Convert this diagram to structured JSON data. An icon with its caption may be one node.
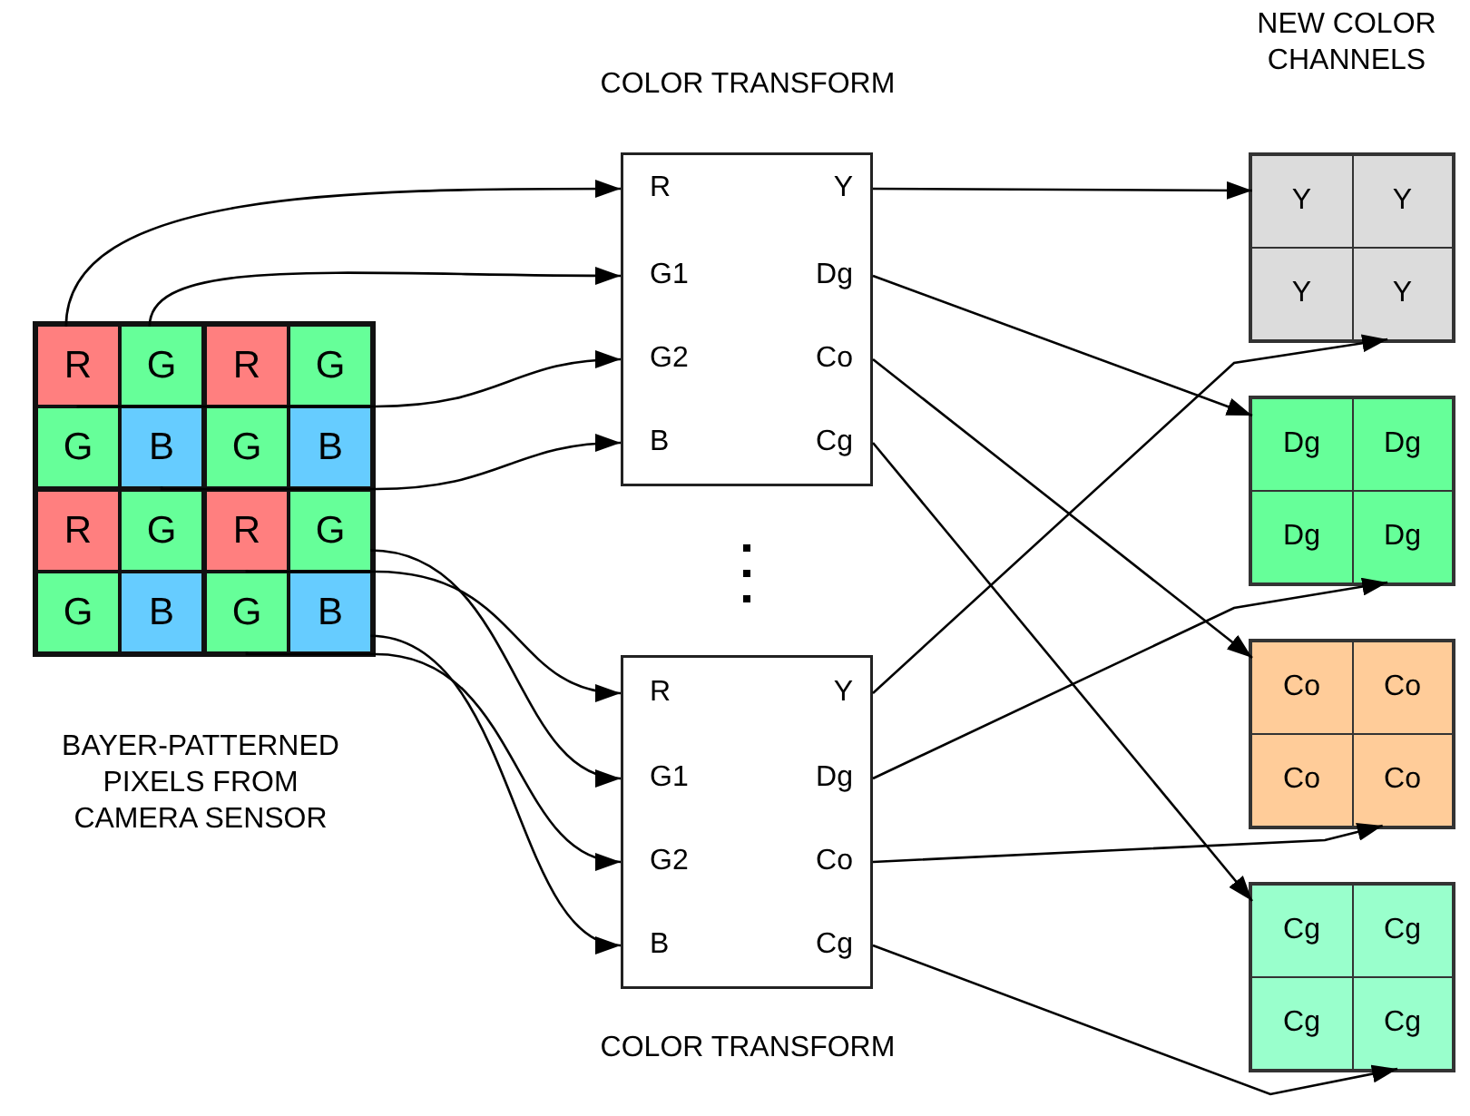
{
  "diagram": {
    "nodes": [
      {
        "text": [],
        "shape": "box",
        "beside": [
          "BAYER-PATTERNED PIXELS FROM CAMERA SENSOR"
        ]
      },
      {
        "text": [
          "R"
        ],
        "in": 0
      },
      {
        "text": [
          "G"
        ],
        "in": 0
      },
      {
        "text": [
          "R"
        ],
        "in": 0
      },
      {
        "text": [
          "G"
        ],
        "in": 0
      },
      {
        "text": [
          "G"
        ],
        "in": 0
      },
      {
        "text": [
          "B"
        ],
        "in": 0
      },
      {
        "text": [
          "G"
        ],
        "in": 0
      },
      {
        "text": [
          "B"
        ],
        "in": 0
      },
      {
        "text": [
          "R"
        ],
        "in": 0
      },
      {
        "text": [
          "G"
        ],
        "in": 0
      },
      {
        "text": [
          "R"
        ],
        "in": 0
      },
      {
        "text": [
          "G"
        ],
        "in": 0
      },
      {
        "text": [
          "G"
        ],
        "in": 0
      },
      {
        "text": [
          "B"
        ],
        "in": 0
      },
      {
        "text": [
          "G"
        ],
        "in": 0
      },
      {
        "text": [
          "B"
        ],
        "in": 0
      },
      {
        "text": [
          "COLOR TRANSFORM"
        ]
      },
      {
        "text": [
          "R"
        ],
        "in": 17
      },
      {
        "text": [
          "Y"
        ],
        "in": 17
      },
      {
        "text": [
          "G1"
        ],
        "in": 17
      },
      {
        "text": [
          "Dg"
        ],
        "in": 17
      },
      {
        "text": [
          "G2"
        ],
        "in": 17
      },
      {
        "text": [
          "Co"
        ],
        "in": 17
      },
      {
        "text": [
          "B"
        ],
        "in": 17
      },
      {
        "text": [
          "Cg"
        ],
        "in": 17
      },
      {
        "text": [
          "COLOR TRANSFORM"
        ]
      },
      {
        "text": [
          "R"
        ],
        "in": 26
      },
      {
        "text": [
          "Y"
        ],
        "in": 26
      },
      {
        "text": [
          "G1"
        ],
        "in": 26
      },
      {
        "text": [
          "Dg"
        ],
        "in": 26
      },
      {
        "text": [
          "G2"
        ],
        "in": 26
      },
      {
        "text": [
          "Co"
        ],
        "in": 26
      },
      {
        "text": [
          "B"
        ],
        "in": 26
      },
      {
        "text": [
          "Cg"
        ],
        "in": 26
      },
      {
        "text": [],
        "shape": "box"
      },
      {
        "text": [
          "Y"
        ],
        "in": 35
      },
      {
        "text": [
          "Y"
        ],
        "in": 35
      },
      {
        "text": [
          "Y"
        ],
        "in": 35
      },
      {
        "text": [
          "Y"
        ],
        "in": 35
      },
      {
        "text": [],
        "shape": "box"
      },
      {
        "text": [
          "Dg"
        ],
        "in": 40
      },
      {
        "text": [
          "Dg"
        ],
        "in": 40
      },
      {
        "text": [
          "Dg"
        ],
        "in": 40
      },
      {
        "text": [
          "Dg"
        ],
        "in": 40
      },
      {
        "text": [],
        "shape": "box"
      },
      {
        "text": [
          "Co"
        ],
        "in": 45
      },
      {
        "text": [
          "Co"
        ],
        "in": 45
      },
      {
        "text": [
          "Co"
        ],
        "in": 45
      },
      {
        "text": [
          "Co"
        ],
        "in": 45
      },
      {
        "text": [],
        "shape": "box"
      },
      {
        "text": [
          "Cg"
        ],
        "in": 50
      },
      {
        "text": [
          "Cg"
        ],
        "in": 50
      },
      {
        "text": [
          "Cg"
        ],
        "in": 50
      },
      {
        "text": [
          "Cg"
        ],
        "in": 50
      }
    ],
    "edges": [
      {
        "from": 1,
        "to": 18,
        "arrow": "to"
      },
      {
        "from": 2,
        "to": 20,
        "arrow": "to"
      },
      {
        "from": 5,
        "to": 22,
        "arrow": "to"
      },
      {
        "from": 6,
        "to": 24,
        "arrow": "to"
      },
      {
        "from": 11,
        "to": 27,
        "arrow": "to"
      },
      {
        "from": 12,
        "to": 29,
        "arrow": "to"
      },
      {
        "from": 15,
        "to": 31,
        "arrow": "to"
      },
      {
        "from": 16,
        "to": 33,
        "arrow": "to"
      },
      {
        "from": 19,
        "to": 36,
        "arrow": "to"
      },
      {
        "from": 21,
        "to": 41,
        "arrow": "to"
      },
      {
        "from": 23,
        "to": 46,
        "arrow": "to"
      },
      {
        "from": 25,
        "to": 51,
        "arrow": "to"
      },
      {
        "from": 28,
        "to": 39,
        "arrow": "to"
      },
      {
        "from": 30,
        "to": 44,
        "arrow": "to"
      },
      {
        "from": 32,
        "to": 49,
        "arrow": "to"
      },
      {
        "from": 34,
        "to": 54,
        "arrow": "to"
      }
    ],
    "labels": [
      "NEW COLOR CHANNELS"
    ]
  }
}
